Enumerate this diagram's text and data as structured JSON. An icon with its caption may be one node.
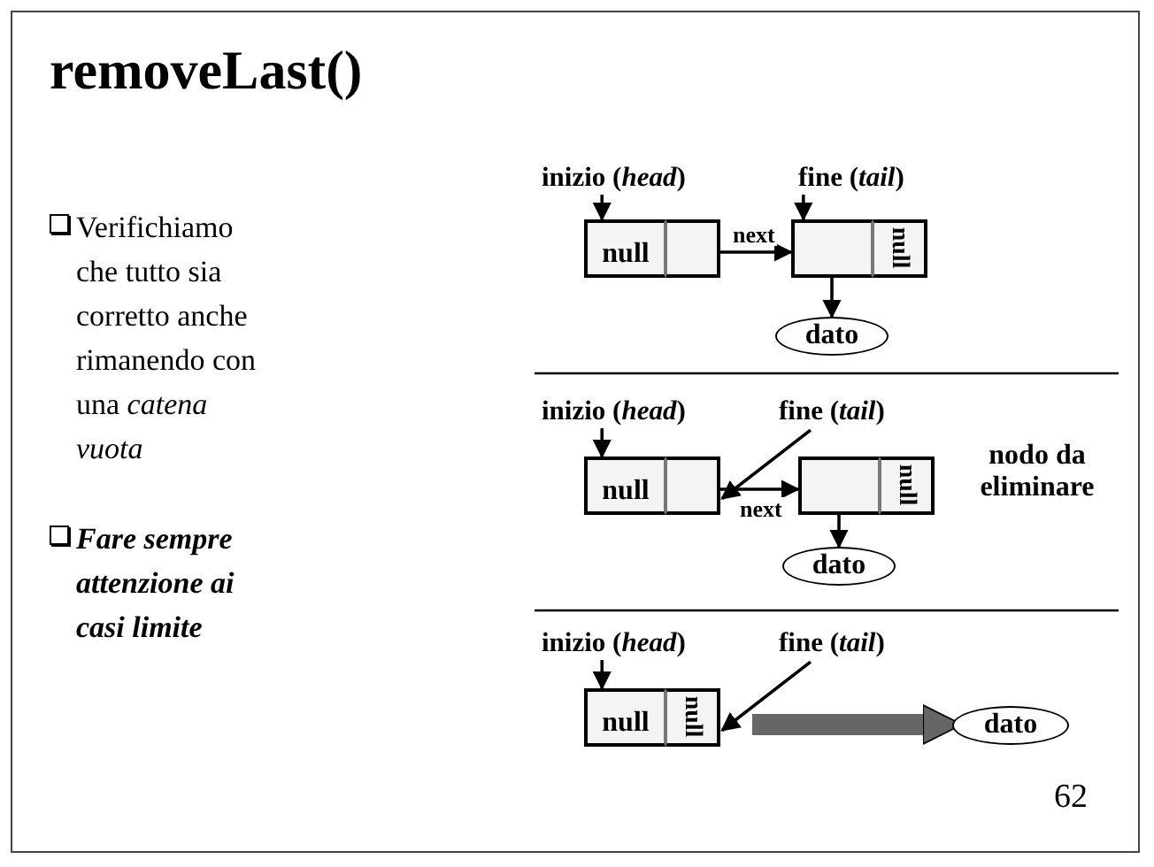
{
  "diagram": {
    "title": "removeLast()",
    "nodes": [
      {
        "text": [
          "inizio (*head*)"
        ]
      },
      {
        "text": [
          "fine (*tail*)"
        ]
      },
      {
        "text": [
          "null"
        ]
      },
      {
        "text": [],
        "shape": "box"
      },
      {
        "text": [],
        "shape": "box"
      },
      {
        "text": [
          "null"
        ]
      },
      {
        "text": [
          "dato"
        ]
      },
      {
        "text": [
          "inizio (*head*)"
        ]
      },
      {
        "text": [
          "fine (*tail*)"
        ]
      },
      {
        "text": [
          "null"
        ]
      },
      {
        "text": [],
        "shape": "box"
      },
      {
        "text": [],
        "shape": "box"
      },
      {
        "text": [
          "null"
        ]
      },
      {
        "text": [
          "dato"
        ]
      },
      {
        "text": [
          "inizio (*head*)"
        ]
      },
      {
        "text": [
          "fine (*tail*)"
        ]
      },
      {
        "text": [
          "null"
        ]
      },
      {
        "text": [
          "null"
        ]
      },
      {
        "text": [
          "dato"
        ]
      }
    ],
    "edges": [
      {
        "from": 0,
        "to": 2,
        "arrow": "to"
      },
      {
        "from": 1,
        "to": 4,
        "arrow": "to"
      },
      {
        "from": 3,
        "to": 4,
        "arrow": "to",
        "label": "next"
      },
      {
        "from": 4,
        "to": 6,
        "arrow": "to"
      },
      {
        "from": 7,
        "to": 9,
        "arrow": "to"
      },
      {
        "from": 8,
        "to": 10,
        "arrow": "to"
      },
      {
        "from": 10,
        "to": 11,
        "arrow": "to",
        "label": "next"
      },
      {
        "from": 11,
        "to": 13,
        "arrow": "to"
      },
      {
        "from": 14,
        "to": 16,
        "arrow": "to"
      },
      {
        "from": 15,
        "to": 17,
        "arrow": "to"
      },
      {
        "from": 17,
        "to": 18,
        "arrow": "to",
        "style": "thick",
        "color": "#666666"
      }
    ],
    "labels": [
      "Verifichiamo che tutto sia corretto anche rimanendo con una *catena vuota*",
      "Fare sempre attenzione ai casi limite",
      "nodo da eliminare",
      "62"
    ]
  }
}
